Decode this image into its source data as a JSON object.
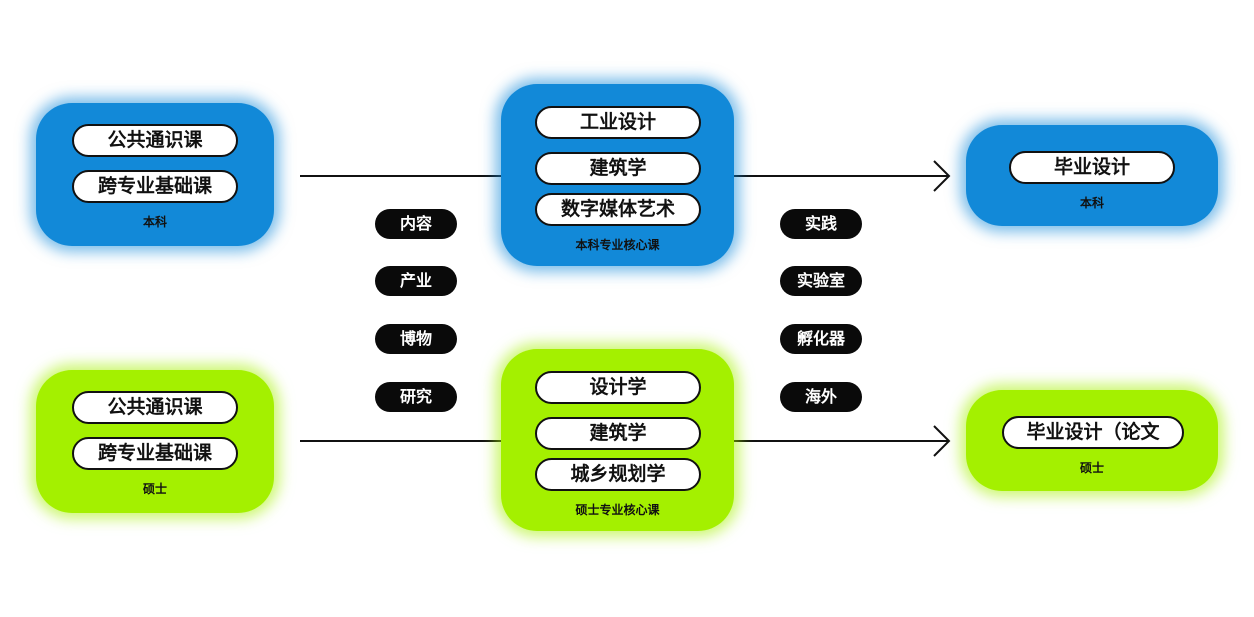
{
  "undergrad": {
    "left": {
      "courses": [
        "公共通识课",
        "跨专业基础课"
      ],
      "caption": "本科"
    },
    "core": {
      "courses": [
        "工业设计",
        "建筑学",
        "数字媒体艺术"
      ],
      "caption": "本科专业核心课"
    },
    "right": {
      "courses": [
        "毕业设计"
      ],
      "caption": "本科"
    },
    "color": "#1289d8"
  },
  "master": {
    "left": {
      "courses": [
        "公共通识课",
        "跨专业基础课"
      ],
      "caption": "硕士"
    },
    "core": {
      "courses": [
        "设计学",
        "建筑学",
        "城乡规划学"
      ],
      "caption": "硕士专业核心课"
    },
    "right": {
      "courses": [
        "毕业设计（论文"
      ],
      "caption": "硕士"
    },
    "color": "#a4f000"
  },
  "left_tags": [
    "内容",
    "产业",
    "博物",
    "研究"
  ],
  "right_tags": [
    "实践",
    "实验室",
    "孵化器",
    "海外"
  ]
}
